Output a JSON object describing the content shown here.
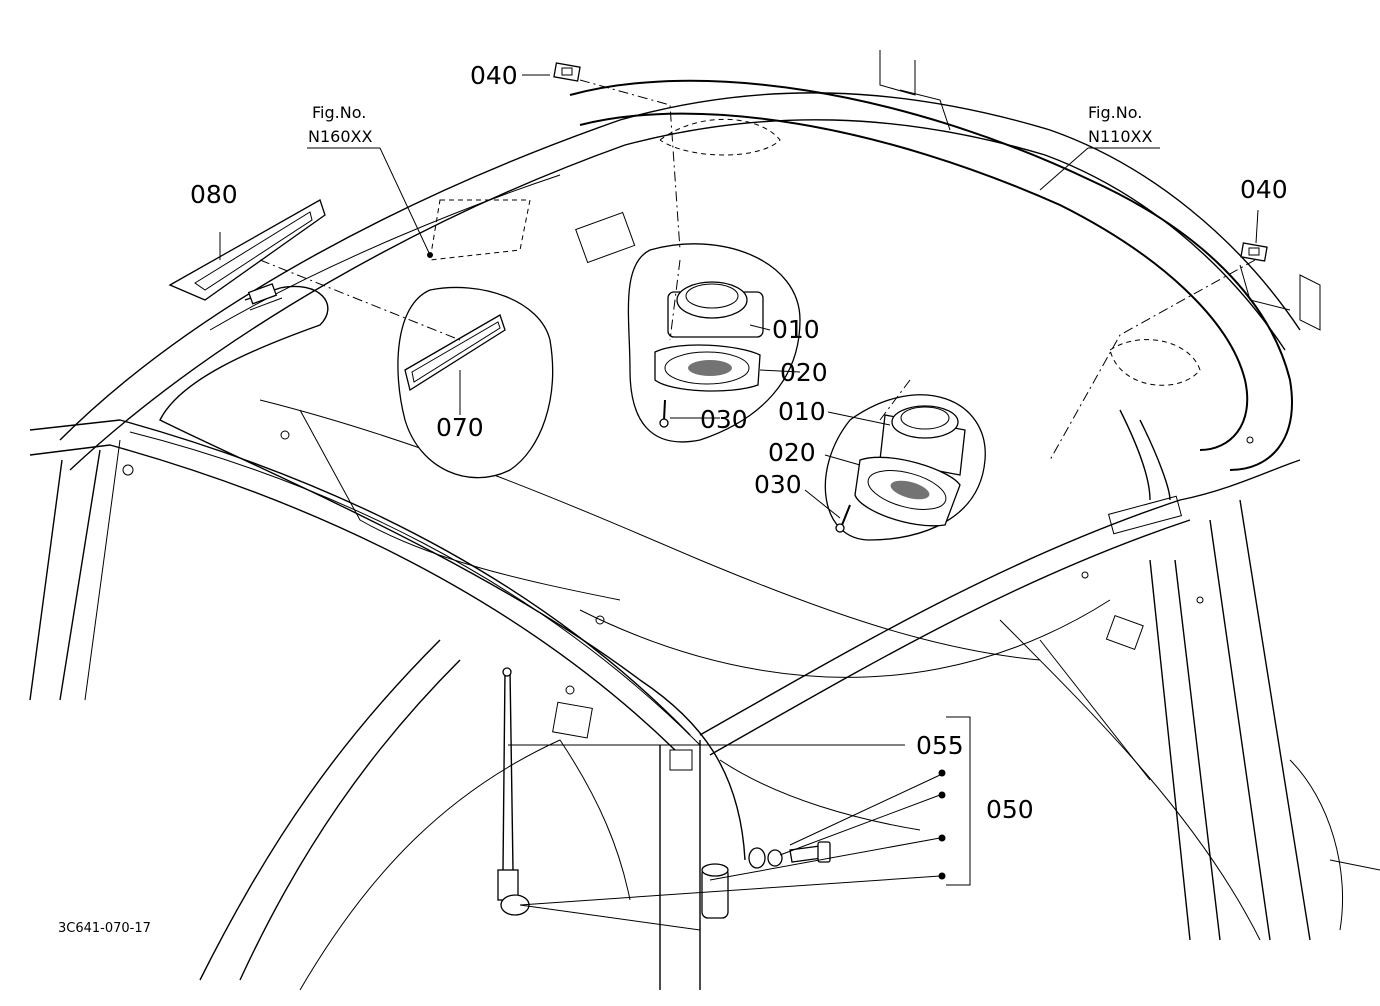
{
  "diagram": {
    "code": "3C641-070-17",
    "fig_refs": [
      {
        "line1": "Fig.No.",
        "line2": "N160XX"
      },
      {
        "line1": "Fig.No.",
        "line2": "N110XX"
      }
    ],
    "labels": {
      "p040a": "040",
      "p040b": "040",
      "p080": "080",
      "p070": "070",
      "p010a": "010",
      "p020a": "020",
      "p030a": "030",
      "p010b": "010",
      "p020b": "020",
      "p030b": "030",
      "p055": "055",
      "p050": "050"
    }
  }
}
